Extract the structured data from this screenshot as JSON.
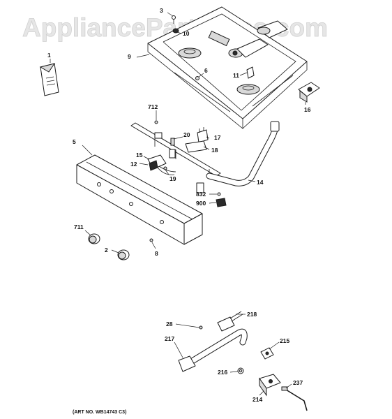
{
  "watermark": "AppliancePartsPros.com",
  "art_number": "(ART NO. WB14743 C3)",
  "callouts": {
    "c1": "1",
    "c2": "2",
    "c3": "3",
    "c5": "5",
    "c6": "6",
    "c8": "8",
    "c9": "9",
    "c10": "10",
    "c11": "11",
    "c12": "12",
    "c14": "14",
    "c15": "15",
    "c16": "16",
    "c17": "17",
    "c18": "18",
    "c19": "19",
    "c20": "20",
    "c28": "28",
    "c214": "214",
    "c215": "215",
    "c216": "216",
    "c217": "217",
    "c218": "218",
    "c237": "237",
    "c711": "711",
    "c712": "712",
    "c832": "832",
    "c900": "900"
  }
}
